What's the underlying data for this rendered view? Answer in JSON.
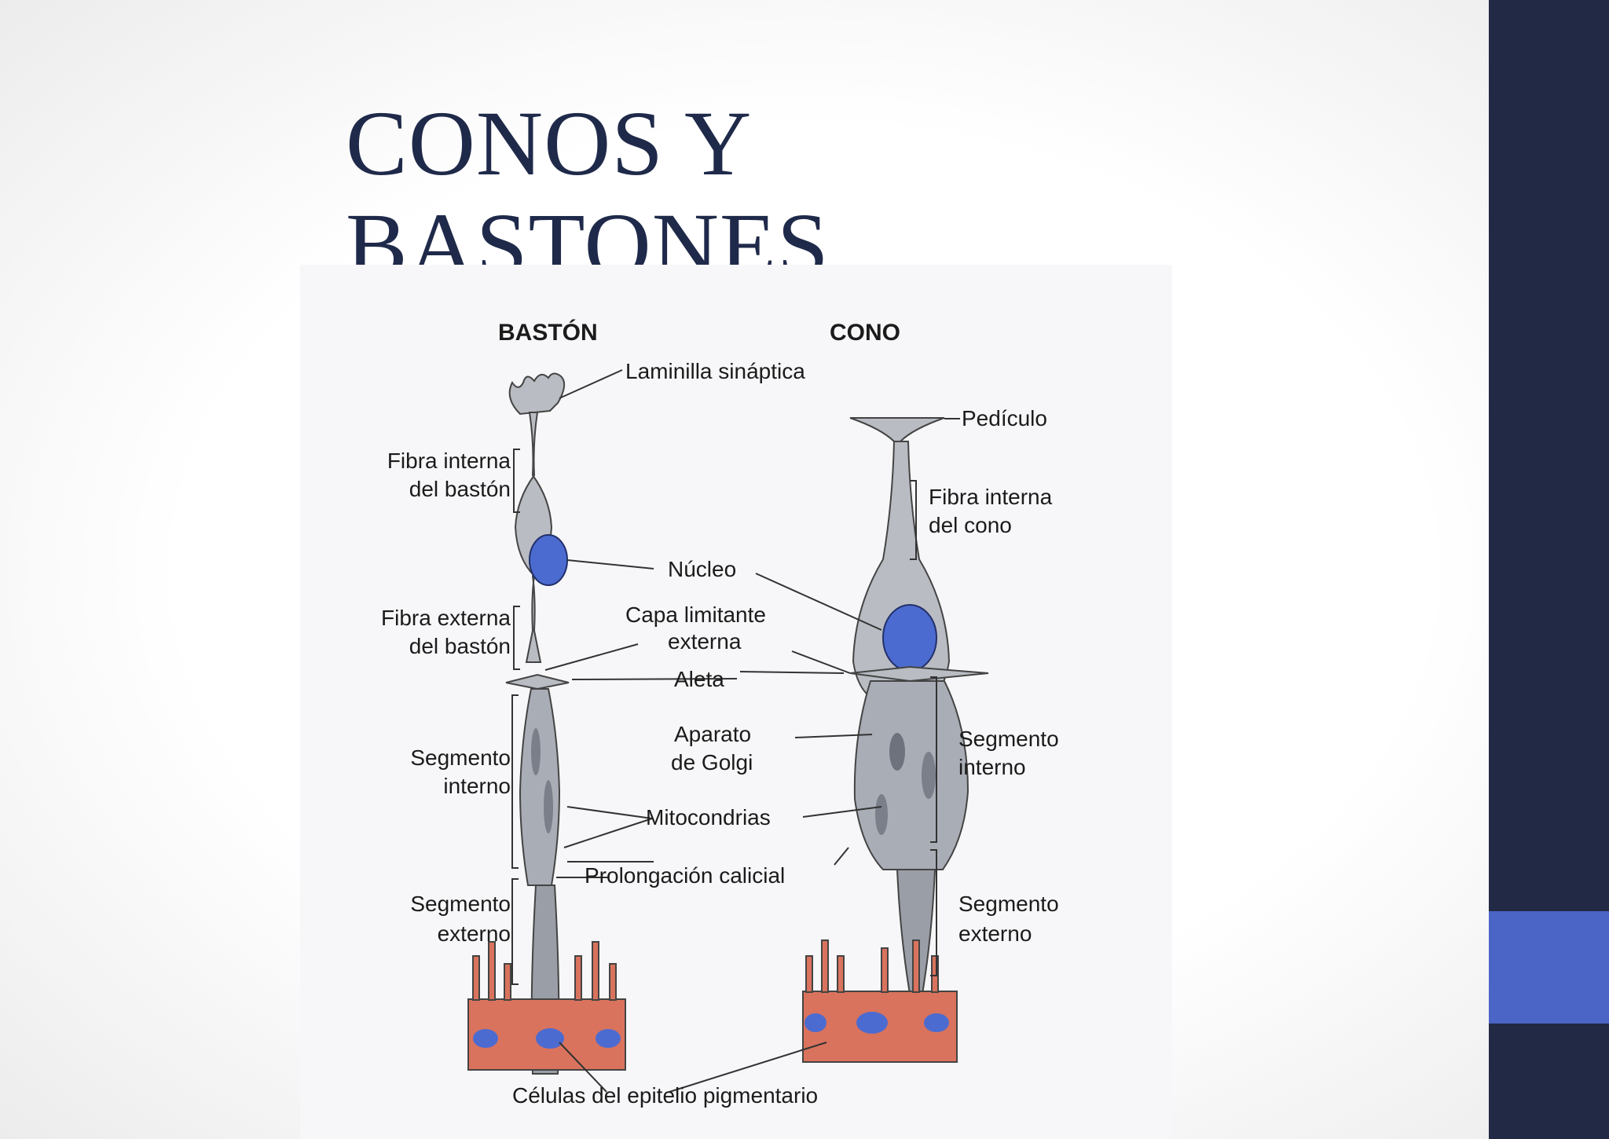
{
  "slide": {
    "title": "CONOS Y BASTONES",
    "colors": {
      "title": "#1f2a4a",
      "sidebar": "#222944",
      "accent": "#4a65c6"
    }
  },
  "diagram": {
    "heading_rod": "BASTÓN",
    "heading_cone": "CONO",
    "labels": {
      "laminilla": "Laminilla sináptica",
      "pediculo": "Pedículo",
      "fibra_interna_baston_1": "Fibra interna",
      "fibra_interna_baston_2": "del bastón",
      "fibra_interna_cono_1": "Fibra interna",
      "fibra_interna_cono_2": "del cono",
      "nucleo": "Núcleo",
      "fibra_externa_baston_1": "Fibra externa",
      "fibra_externa_baston_2": "del bastón",
      "capa_1": "Capa limitante",
      "capa_2": "externa",
      "aleta": "Aleta",
      "segmento_interno_rod_1": "Segmento",
      "segmento_interno_rod_2": "interno",
      "aparato_1": "Aparato",
      "aparato_2": "de Golgi",
      "segmento_interno_cone_1": "Segmento",
      "segmento_interno_cone_2": "interno",
      "mitocondrias": "Mitocondrias",
      "prolongacion": "Prolongación calicial",
      "segmento_externo_rod_1": "Segmento",
      "segmento_externo_rod_2": "externo",
      "segmento_externo_cone_1": "Segmento",
      "segmento_externo_cone_2": "externo",
      "celulas": "Células del epitelio pigmentario"
    }
  }
}
